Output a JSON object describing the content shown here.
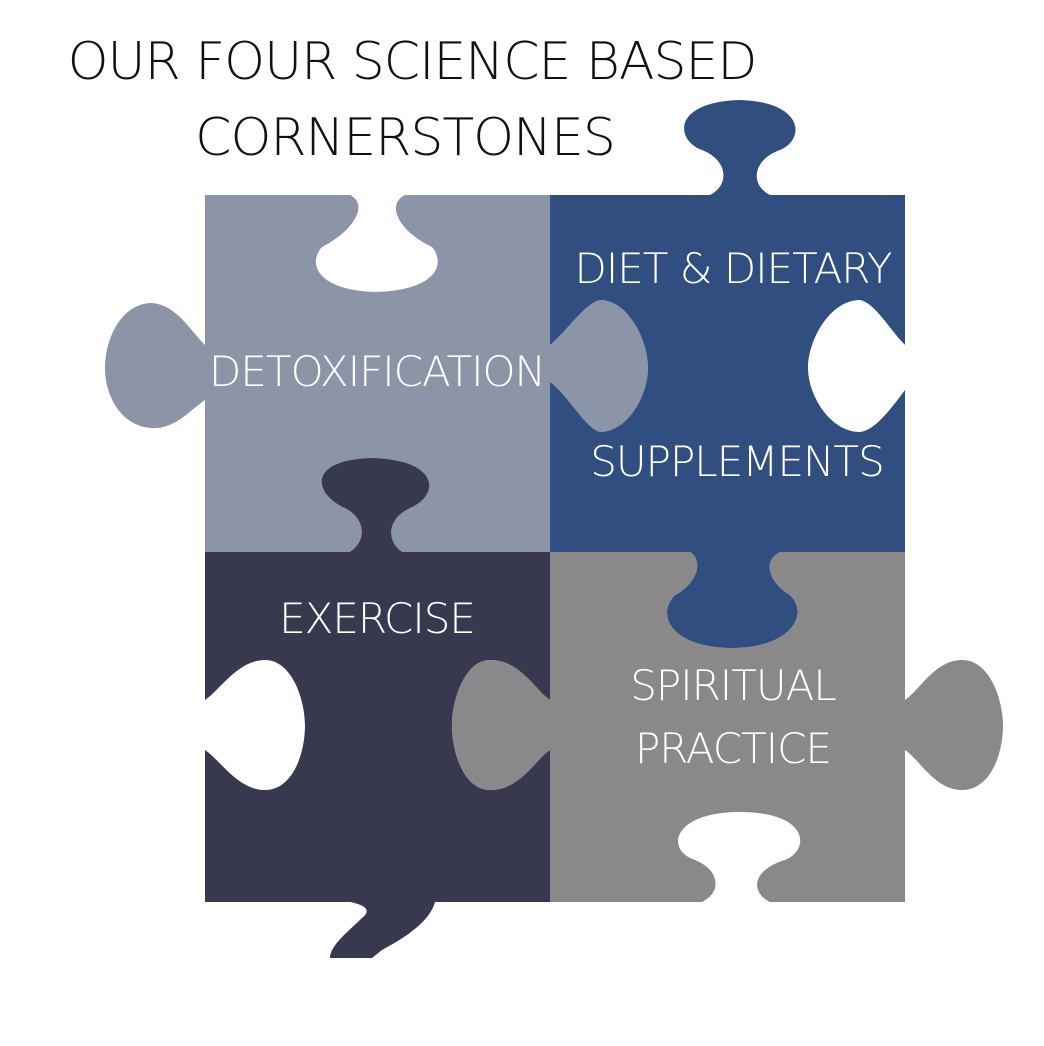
{
  "title": {
    "line1": "OUR FOUR SCIENCE BASED",
    "line2": "CORNERSTONES"
  },
  "pieces": {
    "detox": {
      "label": "DETOXIFICATION",
      "color": "#8c94a8"
    },
    "diet": {
      "label_line1": "DIET & DIETARY",
      "label_line2": "SUPPLEMENTS",
      "color": "#314e80"
    },
    "exercise": {
      "label": "EXERCISE",
      "color": "#38384f"
    },
    "spiritual": {
      "label_line1": "SPIRITUAL",
      "label_line2": "PRACTICE",
      "color": "#8a8888"
    }
  }
}
